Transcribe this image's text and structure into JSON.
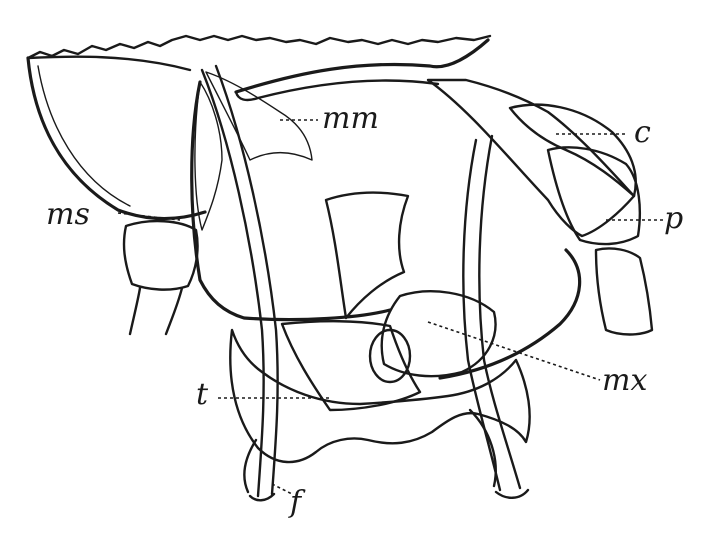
{
  "labels": {
    "mm": "mm",
    "c": "c",
    "ms": "ms",
    "p": "p",
    "mx": "mx",
    "t": "t",
    "f": "f"
  },
  "colors": {
    "ink": "#1a1a1a",
    "paper": "#ffffff"
  }
}
